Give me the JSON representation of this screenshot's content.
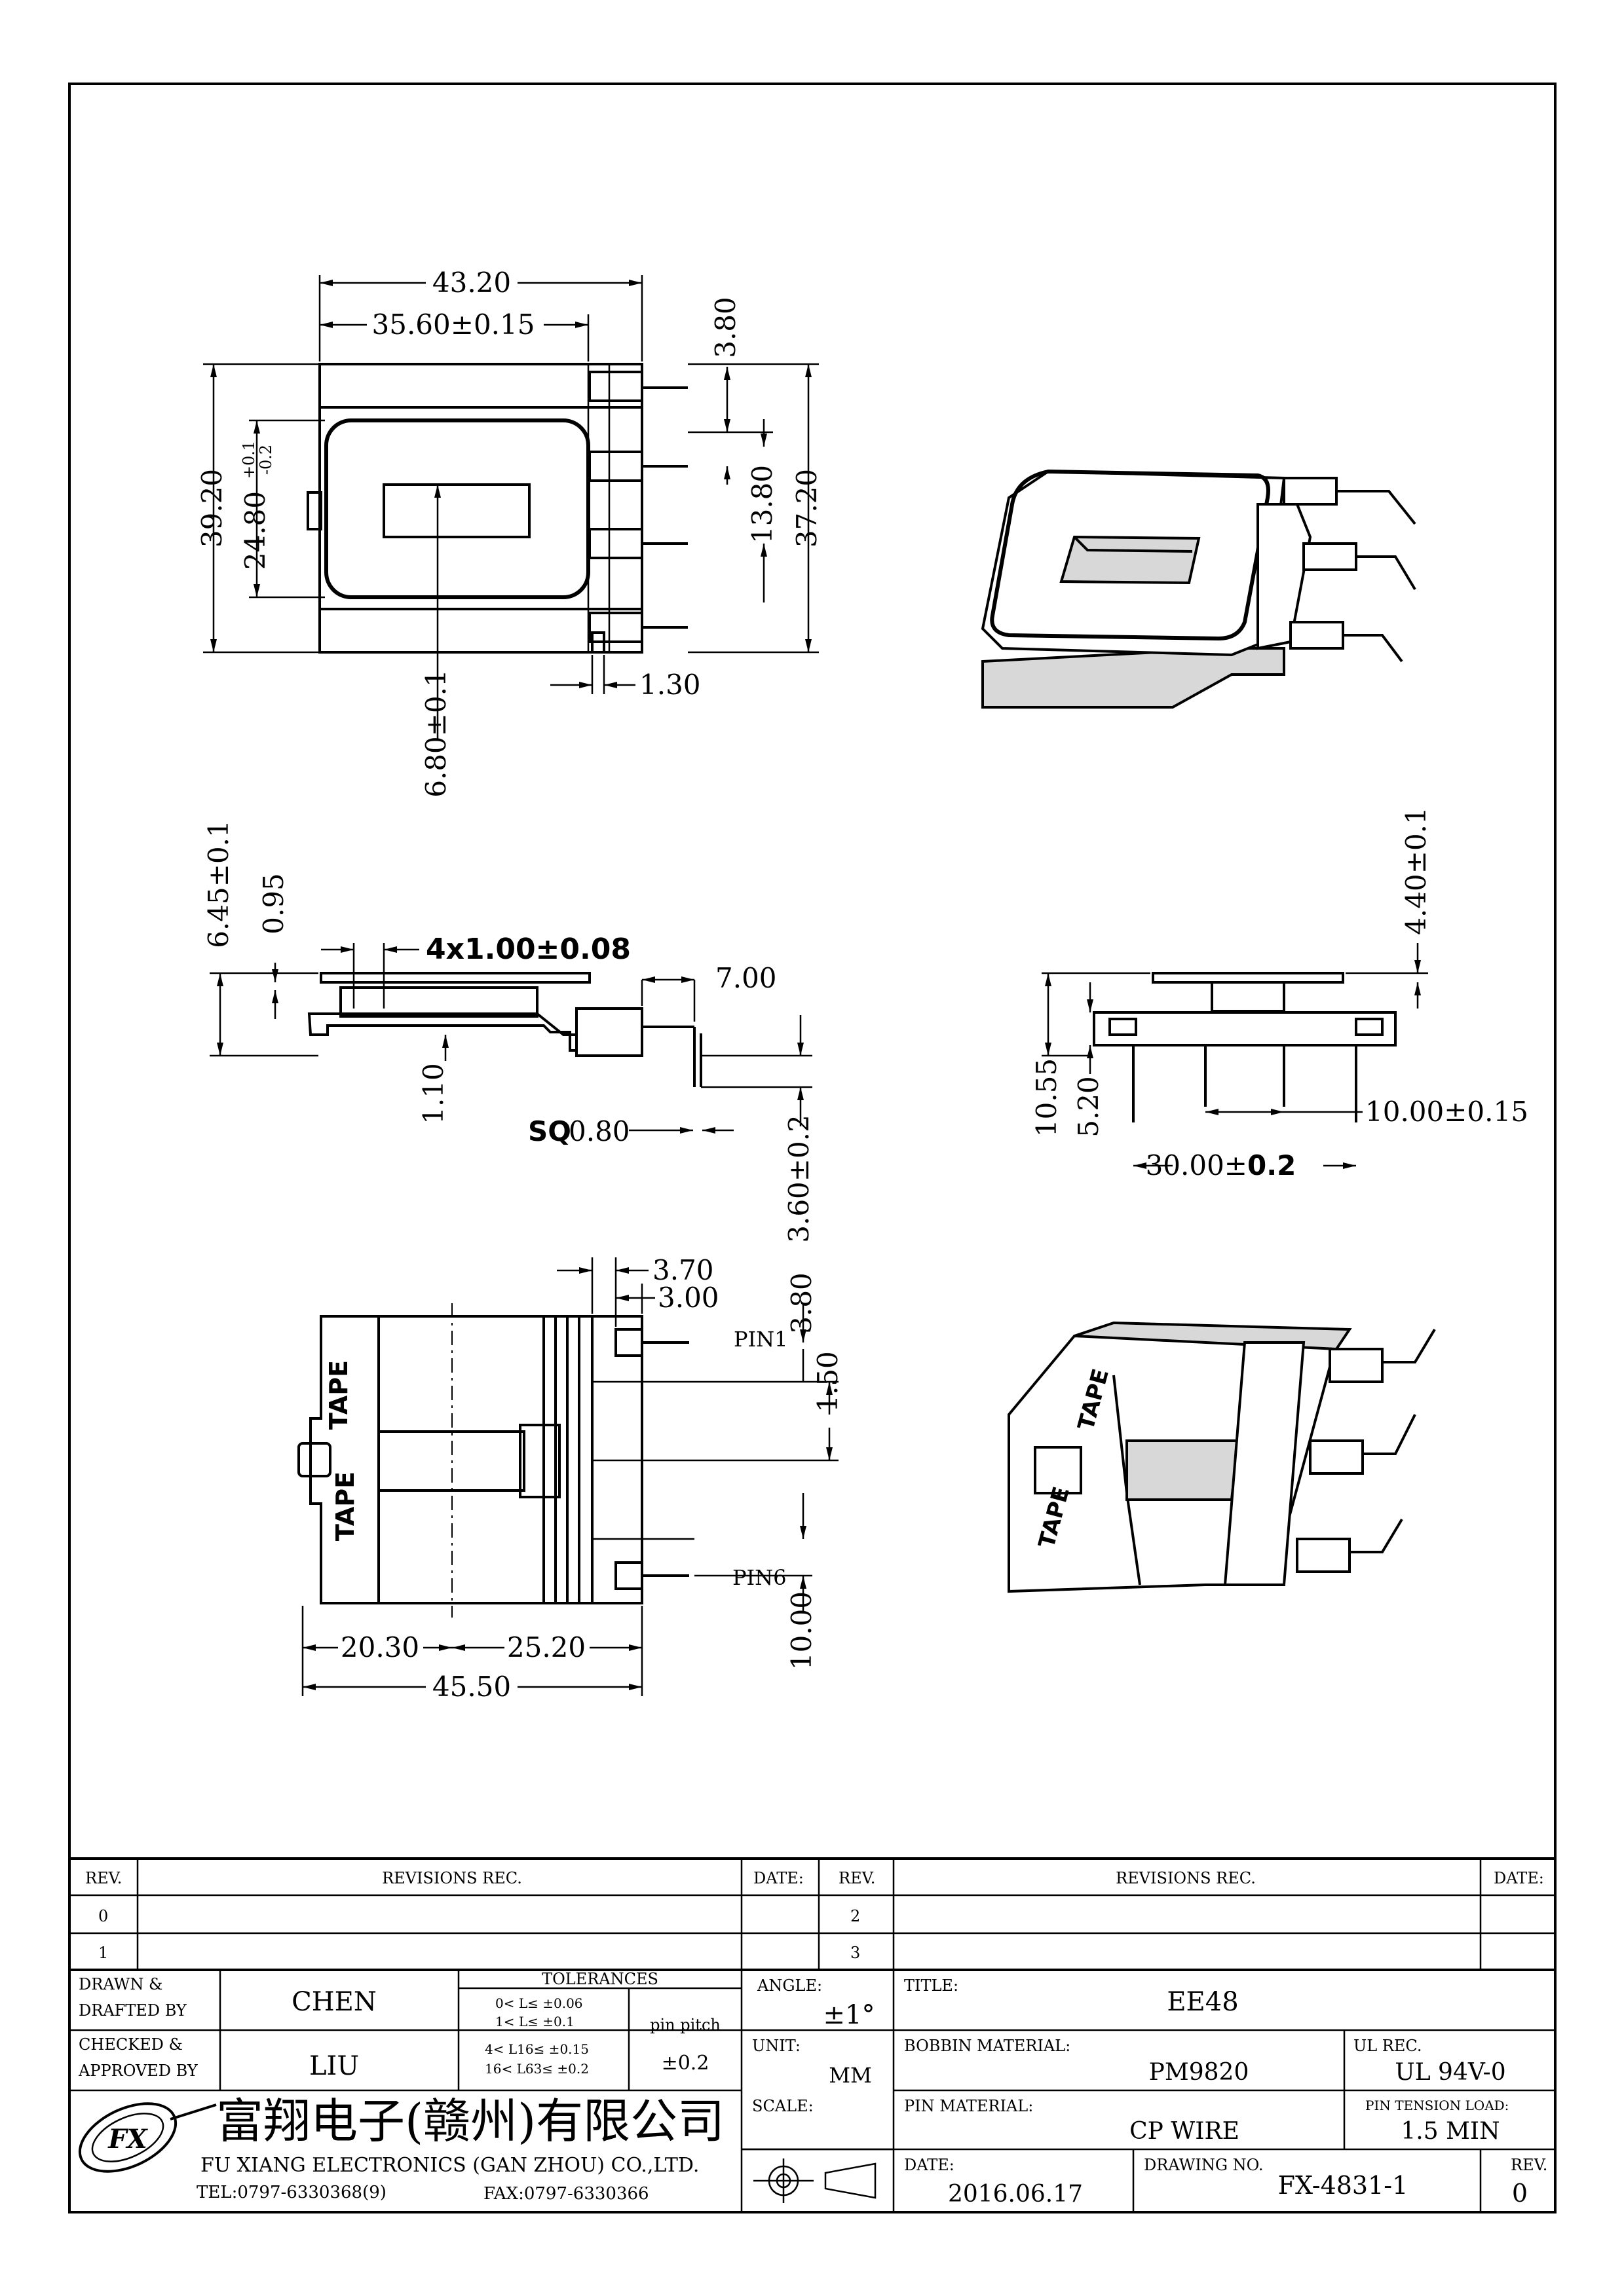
{
  "dims": {
    "top_width_total": "43.20",
    "top_width_inner": "35.60±0.15",
    "top_height_total": "39.20",
    "top_height_inner_base": "24.80",
    "top_height_inner_tol_plus": "+0.1",
    "top_height_inner_tol_minus": "-0.2",
    "top_pin_edge": "3.80",
    "top_pin_span": "13.80",
    "top_pin_height": "37.20",
    "top_slot": "1.30",
    "top_window": "6.80±0.1",
    "side_flange_height": "6.45±0.1",
    "side_flange_thk": "0.95",
    "side_slots": "4x1.00±0.08",
    "side_pin_bend": "7.00",
    "side_base": "1.10",
    "side_sq_prefix": "SQ",
    "side_sq_value": "0.80",
    "side_pin_len": "3.60±0.2",
    "front_height_total": "4.40±0.1",
    "front_height_a": "10.55",
    "front_height_b": "5.20",
    "front_pitch": "10.00±0.15",
    "front_width_base": "30.00±",
    "front_width_tol": "0.2",
    "bottom_pin_dim_a": "3.70",
    "bottom_pin_dim_b": "3.00",
    "bottom_pin_edge": "3.80",
    "bottom_pin_pitch": "1.50",
    "bottom_pin_span": "10.00",
    "bottom_left": "20.30",
    "bottom_right": "25.20",
    "bottom_total": "45.50"
  },
  "labels": {
    "pin1": "PIN1",
    "pin6": "PIN6",
    "tape": "TAPE"
  },
  "title_block": {
    "rev_header": "REV.",
    "revisions_header": "REVISIONS  REC.",
    "date_header": "DATE:",
    "rev_header_2": "REV.",
    "revisions_header_2": "REVISIONS  REC.",
    "date_header_2": "DATE:",
    "rev_rows_left": [
      "0",
      "1"
    ],
    "rev_rows_right": [
      "2",
      "3"
    ],
    "drawn_label_1": "DRAWN &",
    "drawn_label_2": "DRAFTED BY",
    "drawn_value": "CHEN",
    "checked_label_1": "CHECKED &",
    "checked_label_2": "APPROVED BY",
    "checked_value": "LIU",
    "tolerances_label": "TOLERANCES",
    "tol_lines": [
      "0< L≤ ±0.06",
      "1< L≤ ±0.1",
      "4< L16≤ ±0.15",
      "16< L63≤ ±0.2"
    ],
    "pin_pitch_label": "pin pitch",
    "pin_pitch_value": "±0.2",
    "angle_label": "ANGLE:",
    "angle_value": "±1°",
    "unit_label": "UNIT:",
    "unit_value": "MM",
    "scale_label": "SCALE:",
    "title_label": "TITLE:",
    "title_value": "EE48",
    "bobbin_label": "BOBBIN MATERIAL:",
    "bobbin_value": "PM9820",
    "ul_label": "UL REC.",
    "ul_value": "UL 94V-0",
    "pin_material_label": "PIN MATERIAL:",
    "pin_material_value": "CP WIRE",
    "pin_tension_label": "PIN TENSION LOAD:",
    "pin_tension_value": "1.5 MIN",
    "date_label": "DATE:",
    "date_value": "2016.06.17",
    "drawing_no_label": "DRAWING NO.",
    "drawing_no_value": "FX-4831-1",
    "rev_label": "REV.",
    "rev_value": "0",
    "company_cn": "富翔电子(赣州)有限公司",
    "company_en": "FU XIANG ELECTRONICS (GAN ZHOU) CO.,LTD.",
    "tel": "TEL:0797-6330368(9)",
    "fax": "FAX:0797-6330366"
  }
}
